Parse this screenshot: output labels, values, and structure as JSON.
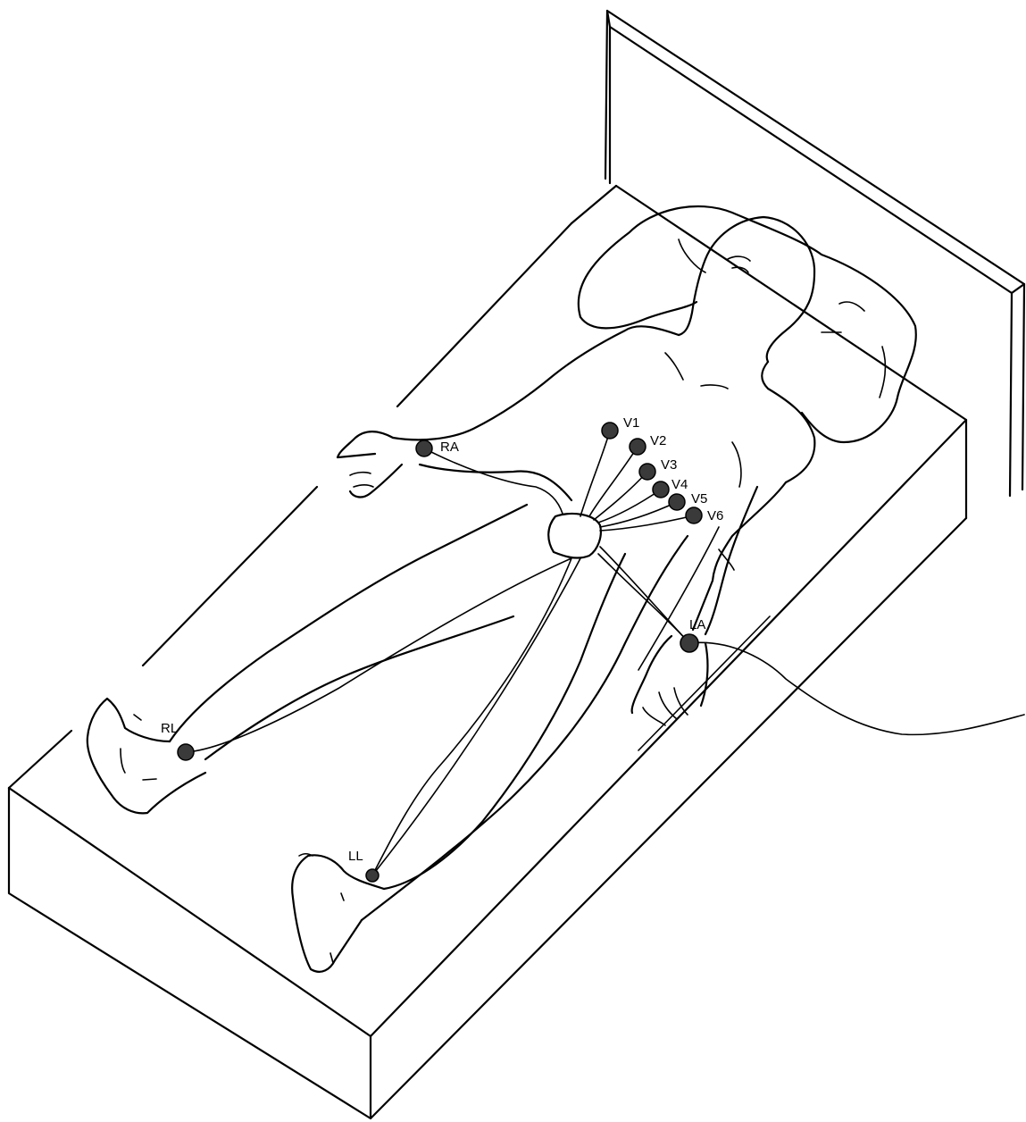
{
  "electrodes": [
    {
      "id": "RA",
      "label": "RA"
    },
    {
      "id": "V1",
      "label": "V1"
    },
    {
      "id": "V2",
      "label": "V2"
    },
    {
      "id": "V3",
      "label": "V3"
    },
    {
      "id": "V4",
      "label": "V4"
    },
    {
      "id": "V5",
      "label": "V5"
    },
    {
      "id": "V6",
      "label": "V6"
    },
    {
      "id": "LA",
      "label": "LA"
    },
    {
      "id": "RL",
      "label": "RL"
    },
    {
      "id": "LL",
      "label": "LL"
    }
  ],
  "colors": {
    "ink": "#000000",
    "electrode_fill": "#3a3a3a",
    "background": "#ffffff"
  }
}
